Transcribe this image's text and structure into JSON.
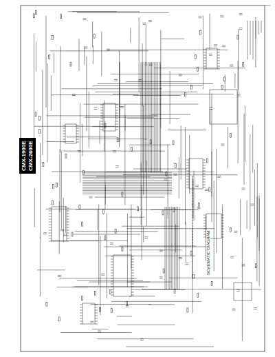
{
  "diagram": {
    "labels": [
      "CMX-1900E",
      "CMX-2600E",
      "SCHEMATIC DIAGRAM"
    ]
  }
}
